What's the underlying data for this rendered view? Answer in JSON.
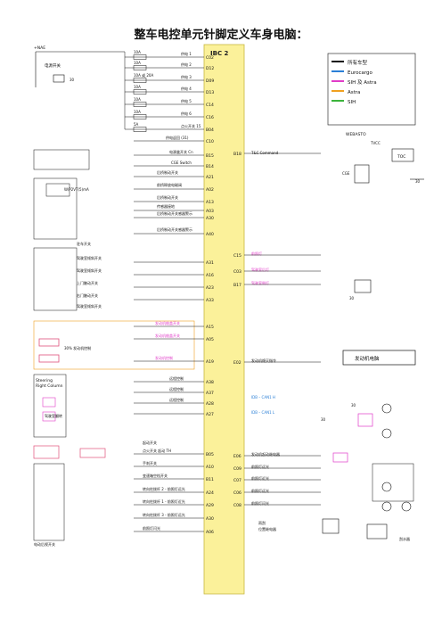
{
  "page": {
    "title": "整车电控单元针脚定义车身电脑："
  },
  "ibc": {
    "name": "IBC 2",
    "pins": [
      "C02",
      "D12",
      "D09",
      "D13",
      "C14",
      "C16",
      "B04",
      "C10",
      "B15",
      "B14",
      "A21",
      "A02",
      "A13",
      "A03",
      "A30",
      "A40",
      "A31",
      "A16",
      "A23",
      "A33",
      "A15",
      "A05",
      "A19",
      "A38",
      "A37",
      "A28",
      "A27",
      "B05",
      "A10",
      "B11",
      "A24",
      "A29",
      "A30",
      "A06"
    ],
    "right_pins": [
      "B18",
      "C15",
      "C03",
      "B17",
      "E02",
      "E06",
      "C09",
      "C07",
      "C06",
      "C08"
    ]
  },
  "legend": {
    "items": [
      {
        "label": "所有车型",
        "color": "#111111"
      },
      {
        "label": "Eurocargo",
        "color": "#2b7fd6"
      },
      {
        "label": "SIH 及 Astra",
        "color": "#e03cc8"
      },
      {
        "label": "Astra",
        "color": "#f0a020"
      },
      {
        "label": "SIH",
        "color": "#3cb43c"
      }
    ]
  },
  "left_labels": {
    "plus": "+NAE",
    "ign": "电源开关",
    "fuses": [
      "10A",
      "10A",
      "10A 或 20A",
      "10A",
      "10A",
      "10A",
      "5A"
    ],
    "feed": [
      "供电 1",
      "供电 2",
      "供电 3",
      "供电 4",
      "供电 5",
      "供电 6",
      "点火开关 15",
      "供电返回 (31)"
    ],
    "cge": [
      "电源盒开关 Cn",
      "CGE Switch"
    ],
    "sw": [
      "后桥制动开关",
      "前桥释放电磁阀",
      "后桥制动开关",
      "传感器接地",
      "后桥制动开关感器警示",
      "后桥制动开关感器警示"
    ],
    "brake": [
      "驻车开关",
      "驾驶室倾斜开关",
      "驾驶室倾斜开关",
      "上门触动开关",
      "右门触动开关",
      "驾驶室倾斜开关"
    ],
    "engine": [
      "发动机舱盖开关",
      "发动机舱盖开关",
      "发动机控制"
    ],
    "steer": [
      "Steering",
      "Right Column",
      "远程控制",
      "远程控制",
      "远程控制"
    ],
    "bottom": [
      "起动开关",
      "点火开关 起动 TH",
      "手刹开关",
      "变速箱空档开关",
      "转向柱拨杆 2 - 前照灯远光",
      "转向柱拨杆 1 - 前照灯近光",
      "转向柱拨杆 3 - 前照灯远光",
      "前照灯闪光"
    ],
    "cont": "电动后视开关",
    "note": "30% 发动机控制",
    "w": "W/P2VT(5)mA",
    "ctrl": "驾驶室翻转"
  },
  "right_labels": {
    "tc": "T&C Command",
    "webasto": "WEBASTO",
    "tvcc": "TVCC",
    "toc": "TOC",
    "cge": "CGE",
    "n30a": "30",
    "c15": "前照灯",
    "c03": "驾驶室后灯",
    "b17": "驾驶室侧灯",
    "n30b": "30",
    "e02": "发动机熄灭指令",
    "ecu": "发动机电脑",
    "can_h": "IDB – CAN1 H",
    "can_l": "IDB – CAN1 L",
    "n30c": "30",
    "n30d": "30",
    "e06": "发动机起动继电器",
    "c09": "前照灯远光",
    "c07": "前照灯近光",
    "c06": "前照灯远光",
    "c08": "前照灯闪光",
    "note1": "雨刮",
    "note2": "位置继电器",
    "wiper": "刮水器"
  }
}
